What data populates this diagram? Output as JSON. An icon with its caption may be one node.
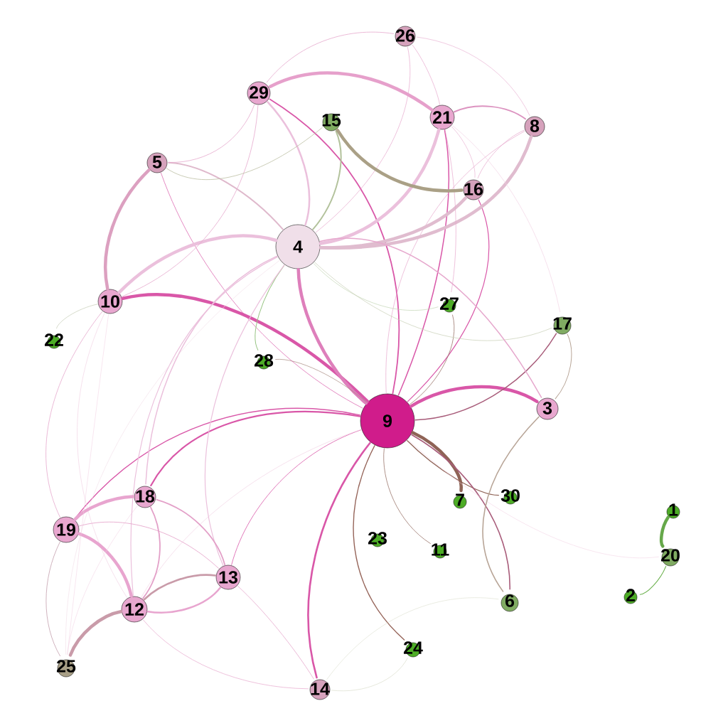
{
  "diagram": {
    "nodes": [
      {
        "text": [
          "26"
        ]
      },
      {
        "text": [
          "29"
        ]
      },
      {
        "text": [
          "21"
        ]
      },
      {
        "text": [
          "15"
        ]
      },
      {
        "text": [
          "8"
        ]
      },
      {
        "text": [
          "5"
        ]
      },
      {
        "text": [
          "16"
        ]
      },
      {
        "text": [
          "4"
        ]
      },
      {
        "text": [
          "10"
        ]
      },
      {
        "text": [
          "27"
        ]
      },
      {
        "text": [
          "17"
        ]
      },
      {
        "text": [
          "22"
        ]
      },
      {
        "text": [
          "28"
        ]
      },
      {
        "text": [
          "3"
        ]
      },
      {
        "text": [
          "9"
        ]
      },
      {
        "text": [
          "18"
        ]
      },
      {
        "text": [
          "30"
        ]
      },
      {
        "text": [
          "7"
        ]
      },
      {
        "text": [
          "1"
        ]
      },
      {
        "text": [
          "19"
        ]
      },
      {
        "text": [
          "23"
        ]
      },
      {
        "text": [
          "11"
        ]
      },
      {
        "text": [
          "20"
        ]
      },
      {
        "text": [
          "13"
        ]
      },
      {
        "text": [
          "2"
        ]
      },
      {
        "text": [
          "6"
        ]
      },
      {
        "text": [
          "12"
        ]
      },
      {
        "text": [
          "24"
        ]
      },
      {
        "text": [
          "25"
        ]
      },
      {
        "text": [
          "14"
        ]
      }
    ],
    "edges": [
      {
        "from": 14,
        "to": 8,
        "arrow": "none",
        "style": "thick",
        "color": "#d957a8"
      },
      {
        "from": 14,
        "to": 7,
        "arrow": "none",
        "style": "thick",
        "color": "#de7fbb"
      },
      {
        "from": 14,
        "to": 1,
        "arrow": "none",
        "color": "#d957a8"
      },
      {
        "from": 14,
        "to": 13,
        "arrow": "none",
        "style": "thick",
        "color": "#d957a8"
      },
      {
        "from": 14,
        "to": 10,
        "arrow": "none",
        "color": "#a85c7a"
      },
      {
        "from": 14,
        "to": 17,
        "arrow": "none",
        "style": "thick",
        "color": "#8f6356"
      },
      {
        "from": 14,
        "to": 16,
        "arrow": "none",
        "color": "#8f6356"
      },
      {
        "from": 14,
        "to": 25,
        "arrow": "none",
        "color": "#a85c7a"
      },
      {
        "from": 14,
        "to": 21,
        "arrow": "none",
        "color": "#9a766c"
      },
      {
        "from": 14,
        "to": 27,
        "arrow": "none",
        "color": "#956459"
      },
      {
        "from": 14,
        "to": 29,
        "arrow": "none",
        "color": "#d957a8"
      },
      {
        "from": 14,
        "to": 23,
        "arrow": "none",
        "color": "#d957a8"
      },
      {
        "from": 14,
        "to": 15,
        "arrow": "none",
        "color": "#d957a8"
      },
      {
        "from": 14,
        "to": 19,
        "arrow": "none",
        "color": "#d957a8"
      },
      {
        "from": 14,
        "to": 26,
        "arrow": "none",
        "color": "#f0cde1"
      },
      {
        "from": 14,
        "to": 2,
        "arrow": "none",
        "color": "#d957a8"
      },
      {
        "from": 14,
        "to": 6,
        "arrow": "none",
        "color": "#d957a8"
      },
      {
        "from": 14,
        "to": 9,
        "arrow": "none",
        "color": "#9a766c"
      },
      {
        "from": 14,
        "to": 12,
        "arrow": "none",
        "color": "#a88a80"
      },
      {
        "from": 14,
        "to": 4,
        "arrow": "none"
      },
      {
        "from": 14,
        "to": 5,
        "arrow": "none",
        "color": "#d957a8"
      },
      {
        "from": 14,
        "to": 22,
        "arrow": "none",
        "color": "#f0cde1"
      },
      {
        "from": 7,
        "to": 8,
        "arrow": "none",
        "style": "thick",
        "color": "#ebc0dc"
      },
      {
        "from": 7,
        "to": 2,
        "arrow": "none",
        "style": "thick",
        "color": "#ebc0dc"
      },
      {
        "from": 7,
        "to": 4,
        "arrow": "none",
        "style": "thick",
        "color": "#e0bccf"
      },
      {
        "from": 7,
        "to": 6,
        "arrow": "none",
        "style": "thick",
        "color": "#e0bccf"
      },
      {
        "from": 7,
        "to": 1,
        "arrow": "none",
        "color": "#ebc0dc"
      },
      {
        "from": 7,
        "to": 5,
        "arrow": "none",
        "color": "#dfb9cc"
      },
      {
        "from": 7,
        "to": 3,
        "arrow": "none",
        "color": "#b3c29c"
      },
      {
        "from": 7,
        "to": 12,
        "arrow": "none",
        "color": "#99c585"
      },
      {
        "from": 7,
        "to": 9,
        "arrow": "none",
        "color": "#c3d5b5"
      },
      {
        "from": 7,
        "to": 10,
        "arrow": "none",
        "color": "#c7cfb5"
      },
      {
        "from": 7,
        "to": 13,
        "arrow": "none"
      },
      {
        "from": 7,
        "to": 15,
        "arrow": "none",
        "color": "#ebc0dc"
      },
      {
        "from": 7,
        "to": 26,
        "arrow": "none",
        "color": "#ebc0dc"
      },
      {
        "from": 7,
        "to": 23,
        "arrow": "none",
        "color": "#ebc0dc"
      },
      {
        "from": 7,
        "to": 28,
        "arrow": "none",
        "color": "#f2dde8"
      },
      {
        "from": 7,
        "to": 0,
        "arrow": "none"
      },
      {
        "from": 1,
        "to": 2,
        "arrow": "none",
        "style": "thick",
        "color": "#e6a0cb"
      },
      {
        "from": 1,
        "to": 0,
        "arrow": "none"
      },
      {
        "from": 1,
        "to": 5,
        "arrow": "none"
      },
      {
        "from": 1,
        "to": 8,
        "arrow": "none"
      },
      {
        "from": 0,
        "to": 2,
        "arrow": "none"
      },
      {
        "from": 0,
        "to": 4,
        "arrow": "none"
      },
      {
        "from": 2,
        "to": 4,
        "arrow": "none",
        "color": "#dc93c0"
      },
      {
        "from": 2,
        "to": 6,
        "arrow": "none"
      },
      {
        "from": 2,
        "to": 10,
        "arrow": "none",
        "color": "#f0cde1"
      },
      {
        "from": 2,
        "to": 9,
        "arrow": "none"
      },
      {
        "from": 4,
        "to": 6,
        "arrow": "none"
      },
      {
        "from": 6,
        "to": 3,
        "arrow": "none",
        "style": "thick",
        "color": "#aaa086"
      },
      {
        "from": 3,
        "to": 5,
        "arrow": "none",
        "color": "#bdbfa3"
      },
      {
        "from": 8,
        "to": 5,
        "arrow": "none",
        "style": "thick",
        "color": "#dca0c0"
      },
      {
        "from": 8,
        "to": 11,
        "arrow": "none",
        "color": "#c4cbb4"
      },
      {
        "from": 8,
        "to": 19,
        "arrow": "none"
      },
      {
        "from": 8,
        "to": 26,
        "arrow": "none",
        "color": "#f0cde1"
      },
      {
        "from": 10,
        "to": 13,
        "arrow": "none",
        "color": "#b8a597"
      },
      {
        "from": 13,
        "to": 25,
        "arrow": "none",
        "color": "#b8a597"
      },
      {
        "from": 19,
        "to": 15,
        "arrow": "none",
        "style": "thick",
        "color": "#e8a5cf"
      },
      {
        "from": 19,
        "to": 26,
        "arrow": "none",
        "style": "thick",
        "color": "#e8a5cf"
      },
      {
        "from": 19,
        "to": 23,
        "arrow": "none"
      },
      {
        "from": 19,
        "to": 28,
        "arrow": "none",
        "color": "#c4a0ad"
      },
      {
        "from": 15,
        "to": 26,
        "arrow": "none",
        "color": "#e3a0c8"
      },
      {
        "from": 15,
        "to": 23,
        "arrow": "none",
        "color": "#e3a0c8"
      },
      {
        "from": 15,
        "to": 28,
        "arrow": "none",
        "color": "#f0cde1"
      },
      {
        "from": 26,
        "to": 23,
        "arrow": "none",
        "color": "#e8a5cf"
      },
      {
        "from": 28,
        "to": 26,
        "arrow": "none",
        "style": "thick",
        "color": "#c99ba9"
      },
      {
        "from": 26,
        "to": 29,
        "arrow": "none"
      },
      {
        "from": 23,
        "to": 29,
        "arrow": "none"
      },
      {
        "from": 29,
        "to": 27,
        "arrow": "none",
        "color": "#d5d8c4"
      },
      {
        "from": 29,
        "to": 25,
        "arrow": "none",
        "color": "#d5d8c4"
      },
      {
        "from": 22,
        "to": 18,
        "arrow": "none",
        "style": "thick",
        "color": "#66a84a"
      },
      {
        "from": 22,
        "to": 24,
        "arrow": "none",
        "color": "#6ab04c"
      },
      {
        "from": 28,
        "to": 8,
        "arrow": "none",
        "color": "#f0cde1"
      },
      {
        "from": 26,
        "to": 23,
        "arrow": "none",
        "color": "#c99ba9"
      }
    ]
  }
}
